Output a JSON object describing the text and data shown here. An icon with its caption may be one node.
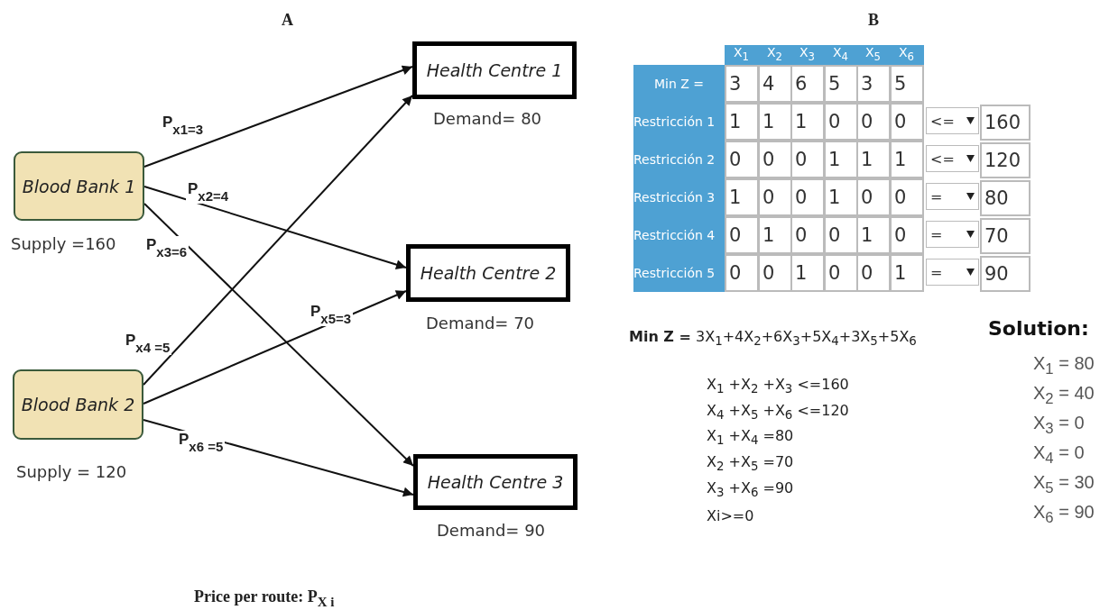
{
  "diagram": {
    "caption": "Price per route: P$_{X i}$",
    "nodes": [
      {
        "text": [
          "Blood Bank 1"
        ],
        "beside": [
          "Supply =160"
        ]
      },
      {
        "text": [
          "Blood Bank 2"
        ],
        "beside": [
          "Supply = 120"
        ]
      },
      {
        "text": [
          "Health Centre 1"
        ],
        "beside": [
          "Demand= 80"
        ]
      },
      {
        "text": [
          "Health Centre 2"
        ],
        "beside": [
          "Demand= 70"
        ]
      },
      {
        "text": [
          "Health Centre 3"
        ],
        "beside": [
          "Demand= 90"
        ]
      }
    ],
    "edges": [
      {
        "from": 0,
        "to": 2,
        "arrow": "to",
        "label": "P$_{x1=3}$"
      },
      {
        "from": 0,
        "to": 3,
        "arrow": "to",
        "label": "P$_{x2=4}$"
      },
      {
        "from": 0,
        "to": 4,
        "arrow": "to",
        "label": "P$_{x3=6}$"
      },
      {
        "from": 1,
        "to": 2,
        "arrow": "to",
        "label": "P$_{x4 =5}$"
      },
      {
        "from": 1,
        "to": 3,
        "arrow": "to",
        "label": "P$_{x5=3}$"
      },
      {
        "from": 1,
        "to": 4,
        "arrow": "to",
        "label": "P$_{x6 =5}$"
      }
    ],
    "labels": [
      "A",
      "B",
      "X$_{1}$",
      "X$_{2}$",
      "X$_{3}$",
      "X$_{4}$",
      "X$_{5}$",
      "X$_{6}$",
      "Min Z =",
      "3",
      "4",
      "6",
      "5",
      "3",
      "5",
      "Restricción 1",
      "1",
      "1",
      "1",
      "0",
      "0",
      "0",
      "<=",
      "160",
      "Restricción 2",
      "0",
      "0",
      "0",
      "1",
      "1",
      "1",
      "<=",
      "120",
      "Restricción 3",
      "1",
      "0",
      "0",
      "1",
      "0",
      "0",
      "=",
      "80",
      "Restricción 4",
      "0",
      "1",
      "0",
      "0",
      "1",
      "0",
      "=",
      "70",
      "Restricción 5",
      "0",
      "0",
      "1",
      "0",
      "0",
      "1",
      "=",
      "90",
      "**Min Z =** 3X$_{1}$+4X$_{2}$+6X$_{3}$+5X$_{4}$+3X$_{5}$+5X$_{6}$",
      "X$_{1}$ +X$_{2}$ +X$_{3}$ <=160",
      "X$_{4}$ +X$_{5}$ +X$_{6}$ <=120",
      "X$_{1}$ +X$_{4}$ =80",
      "X$_{2}$ +X$_{5}$ =70",
      "X$_{3}$ +X$_{6}$ =90",
      "Xi>=0",
      "Solution:",
      "X$_{1}$ = 80",
      "X$_{2}$ = 40",
      "X$_{3}$ = 0",
      "X$_{4}$ = 0",
      "X$_{5}$ = 30",
      "X$_{6}$ = 90"
    ]
  }
}
